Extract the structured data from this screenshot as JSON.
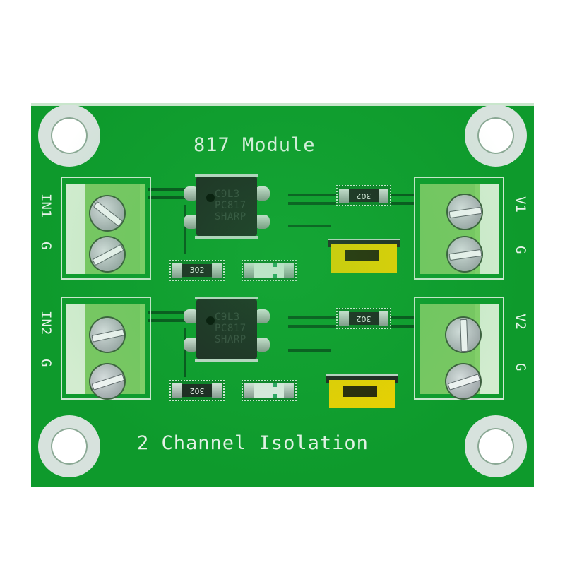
{
  "board": {
    "color": "#0e9a2c",
    "silkscreen_color": "#e8f3ea",
    "title": "817 Module",
    "subtitle": "2 Channel Isolation"
  },
  "labels": {
    "in1": "IN1",
    "in1_g": "G",
    "in2": "IN2",
    "in2_g": "G",
    "v1": "V1",
    "v1_g": "G",
    "v2": "V2",
    "v2_g": "G"
  },
  "channels": [
    {
      "optocoupler": {
        "line1": "C9L3",
        "line2": "PC817",
        "line3": "SHARP"
      },
      "resistor_input": "302",
      "resistor_output": "302"
    },
    {
      "optocoupler": {
        "line1": "C9L3",
        "line2": "PC817",
        "line3": "SHARP"
      },
      "resistor_input": "302",
      "resistor_output": "302"
    }
  ],
  "colors": {
    "terminal_block": "#84cf6a",
    "jumper": "#f0d000",
    "ic_package": "#1f2422"
  }
}
